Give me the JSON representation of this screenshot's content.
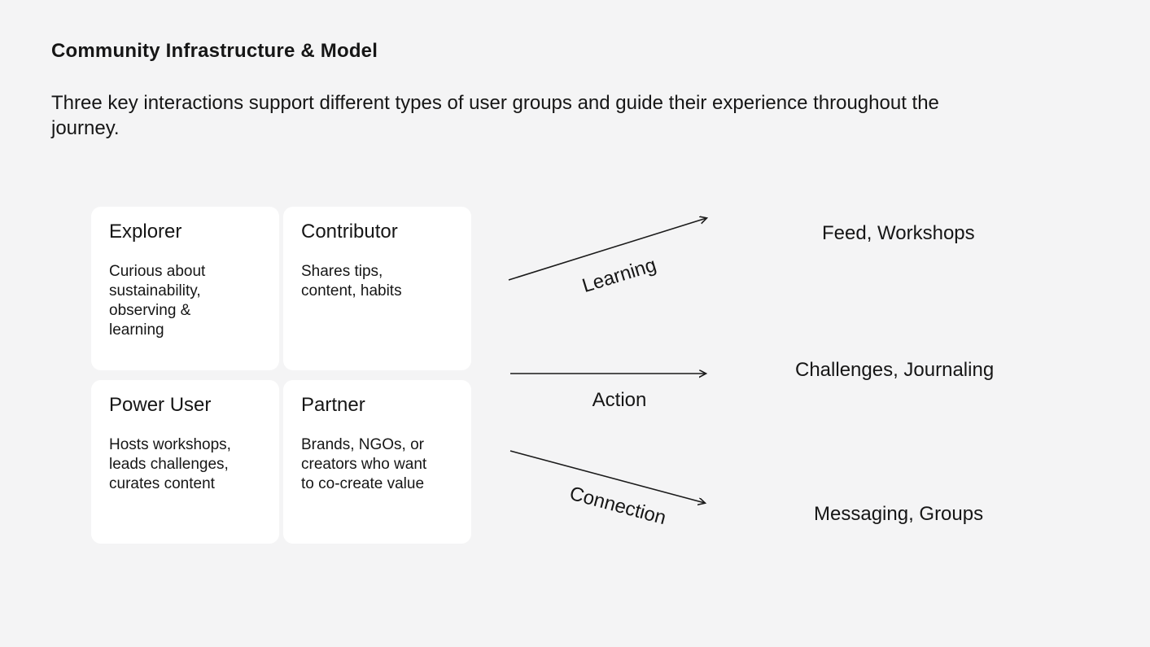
{
  "header": {
    "title": "Community Infrastructure & Model",
    "subtitle": "Three key interactions support different types of user groups and guide their experience throughout the\njourney."
  },
  "user_groups": [
    {
      "title": "Explorer",
      "description": "Curious about\nsustainability,\nobserving &\nlearning"
    },
    {
      "title": "Contributor",
      "description": "Shares tips,\ncontent, habits"
    },
    {
      "title": "Power User",
      "description": "Hosts workshops,\nleads challenges,\ncurates content"
    },
    {
      "title": "Partner",
      "description": "Brands, NGOs, or\ncreators who want\nto co-create value"
    }
  ],
  "interactions": [
    {
      "label": "Learning",
      "outcome": "Feed, Workshops"
    },
    {
      "label": "Action",
      "outcome": "Challenges, Journaling"
    },
    {
      "label": "Connection",
      "outcome": "Messaging, Groups"
    }
  ],
  "colors": {
    "background": "#f4f4f5",
    "card_background": "#ffffff",
    "text": "#161616",
    "arrow": "#1a1a1a"
  }
}
